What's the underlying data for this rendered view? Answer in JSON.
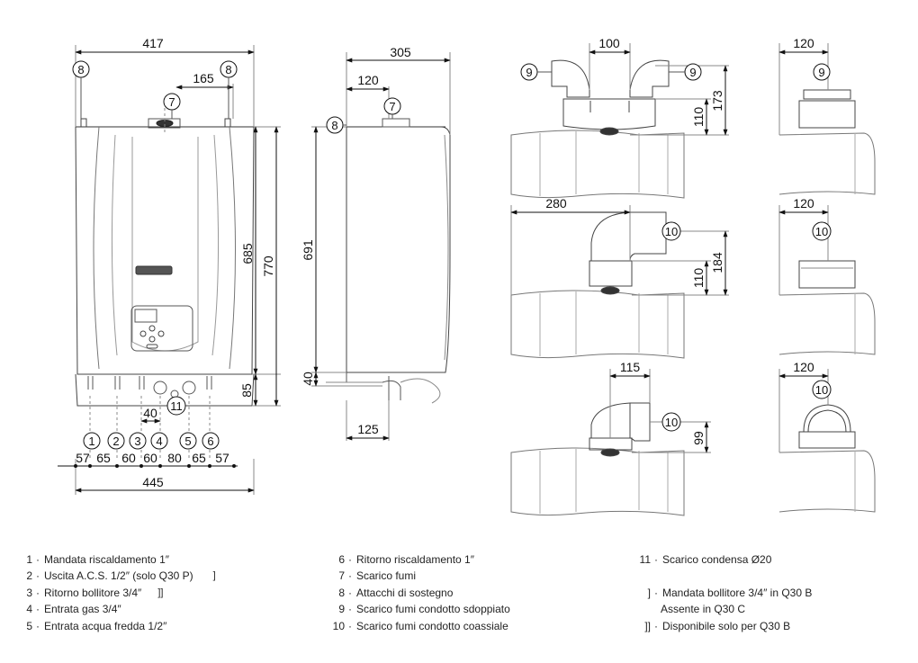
{
  "dimensions": {
    "front_total_width": "417",
    "front_hook_spacing": "165",
    "front_height_body": "685",
    "front_height_total": "770",
    "front_bottom_box": "85",
    "front_conn_40": "40",
    "front_bottom_width": "445",
    "front_spacings": [
      "57",
      "65",
      "60",
      "60",
      "80",
      "65",
      "57"
    ],
    "side_depth": "305",
    "side_flue_offset": "120",
    "side_height": "691",
    "side_bottom": "40",
    "side_bottom_offset": "125",
    "split_spacing": "100",
    "split_h1": "110",
    "split_h2": "173",
    "split_side_offset": "120",
    "coax_offset": "280",
    "coax_h1": "110",
    "coax_h2": "184",
    "coax_side_offset": "120",
    "coax2_offset": "115",
    "coax2_h": "99",
    "coax2_side_offset": "120"
  },
  "callouts": {
    "c1": "1",
    "c2": "2",
    "c3": "3",
    "c4": "4",
    "c5": "5",
    "c6": "6",
    "c7": "7",
    "c8": "8",
    "c9": "9",
    "c10": "10",
    "c11": "11"
  },
  "legend": {
    "col1": [
      {
        "n": "1",
        "text": "Mandata riscaldamento 1″",
        "mark": ""
      },
      {
        "n": "2",
        "text": "Uscita A.C.S. 1/2″ (solo Q30 P)",
        "mark": "]"
      },
      {
        "n": "3",
        "text": "Ritorno bollitore 3/4″",
        "mark": "]]"
      },
      {
        "n": "4",
        "text": "Entrata gas 3/4″",
        "mark": ""
      },
      {
        "n": "5",
        "text": "Entrata acqua fredda 1/2″",
        "mark": ""
      }
    ],
    "col2": [
      {
        "n": "6",
        "text": "Ritorno riscaldamento 1″"
      },
      {
        "n": "7",
        "text": "Scarico fumi"
      },
      {
        "n": "8",
        "text": "Attacchi di sostegno"
      },
      {
        "n": "9",
        "text": "Scarico fumi condotto sdoppiato"
      },
      {
        "n": "10",
        "text": "Scarico fumi condotto coassiale"
      }
    ],
    "col3": [
      {
        "n": "11",
        "text": "Scarico condensa Ø20"
      },
      {
        "n": "]",
        "text": "Mandata bollitore 3/4″ in Q30 B",
        "cont": "Assente in Q30 C"
      },
      {
        "n": "]]",
        "text": "Disponibile solo per Q30 B"
      }
    ]
  }
}
